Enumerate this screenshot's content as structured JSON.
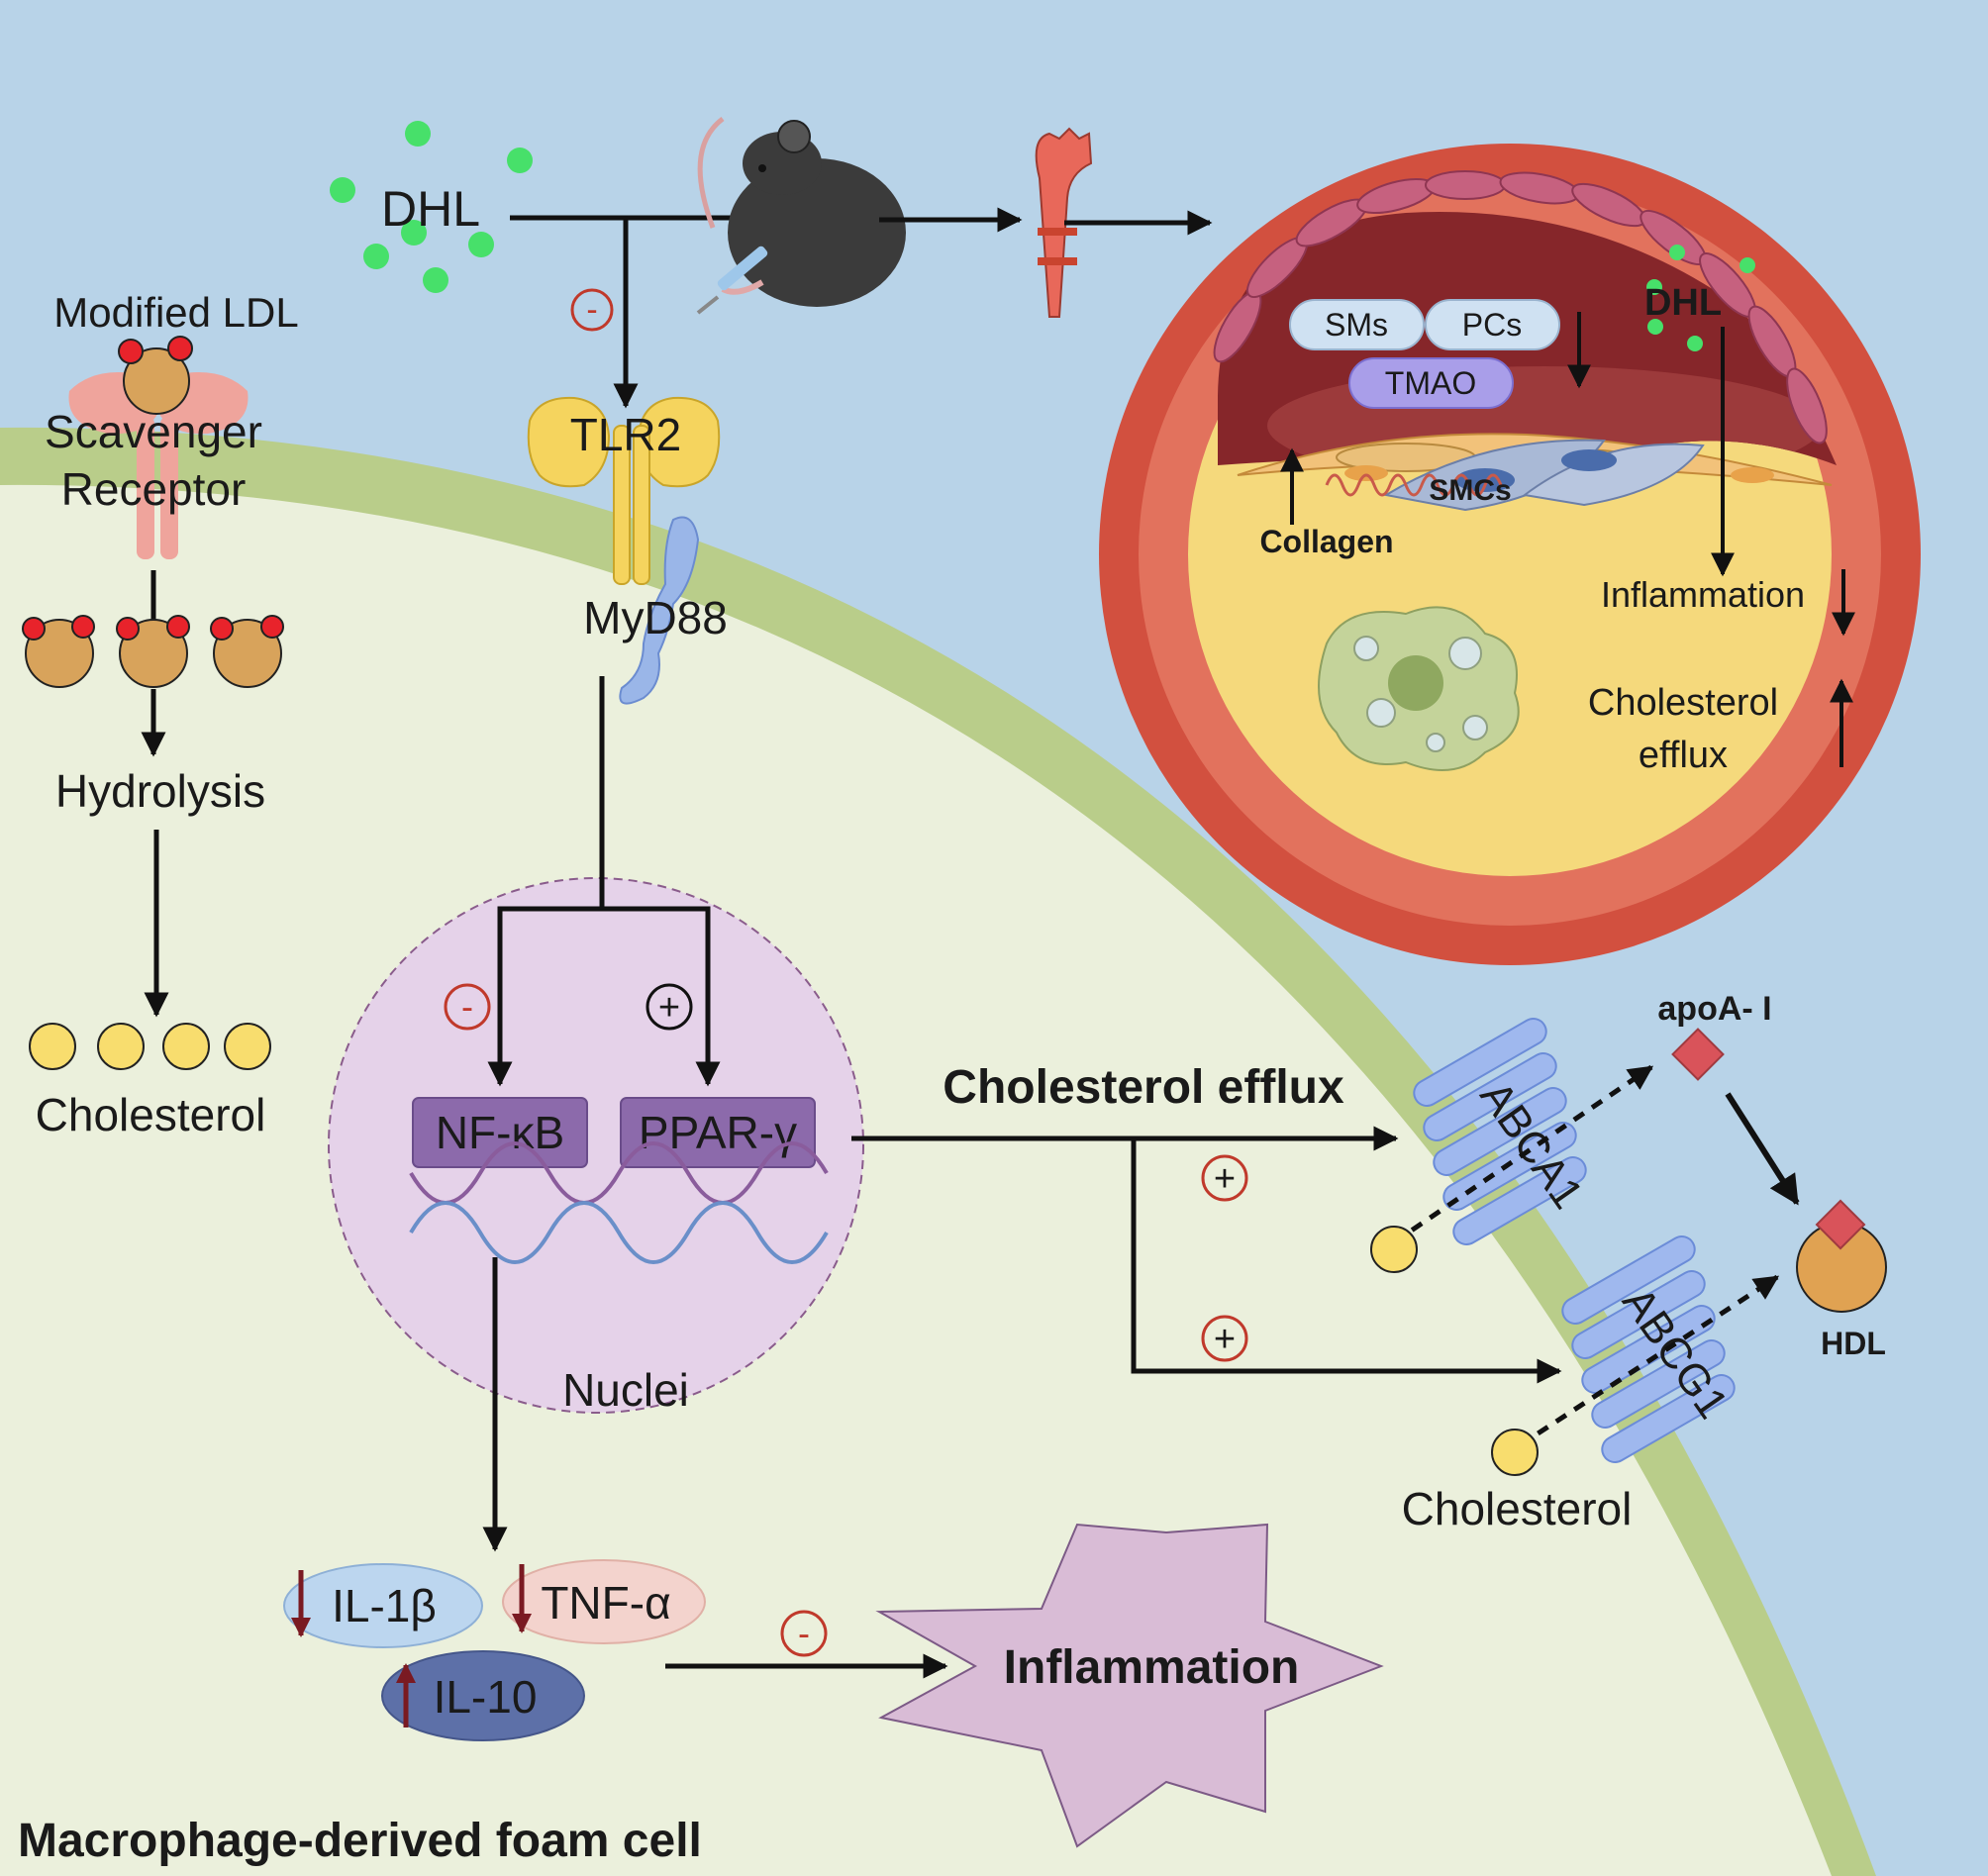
{
  "labels": {
    "dhl_top": "DHL",
    "modified_ldl": "Modified LDL",
    "scavenger": "Scavenger",
    "receptor": "Receptor",
    "hydrolysis": "Hydrolysis",
    "cholesterol_left": "Cholesterol",
    "tlr2": "TLR2",
    "myd88": "MyD88",
    "nfkb": "NF-κB",
    "ppar": "PPAR-γ",
    "nuclei": "Nuclei",
    "il1b": "IL-1β",
    "tnfa": "TNF-α",
    "il10": "IL-10",
    "inflammation_star": "Inflammation",
    "cholesterol_efflux": "Cholesterol efflux",
    "abca1": "ABCA1",
    "abcg1": "ABCG1",
    "apoa1": "apoA- I",
    "hdl": "HDL",
    "cholesterol_right": "Cholesterol",
    "foam_cell": "Macrophage-derived foam cell"
  },
  "artery": {
    "sms": "SMs",
    "pcs": "PCs",
    "tmao": "TMAO",
    "dhl": "DHL",
    "smcs": "SMCs",
    "collagen": "Collagen",
    "inflammation": "Inflammation",
    "cholesterol": "Cholesterol",
    "efflux": "efflux"
  },
  "signs": {
    "minus": "-",
    "plus": "+"
  },
  "colors": {
    "background": "#b8d3e8",
    "cell_membrane": "#b9cd8a",
    "cytoplasm": "#ebf0dc",
    "nucleus": "#e5d2e9",
    "artery_outer": "#d2503f",
    "plaque": "#f5d97c",
    "lumen": "#86262a",
    "arrow": "#111111",
    "sign_red": "#c0392b"
  }
}
